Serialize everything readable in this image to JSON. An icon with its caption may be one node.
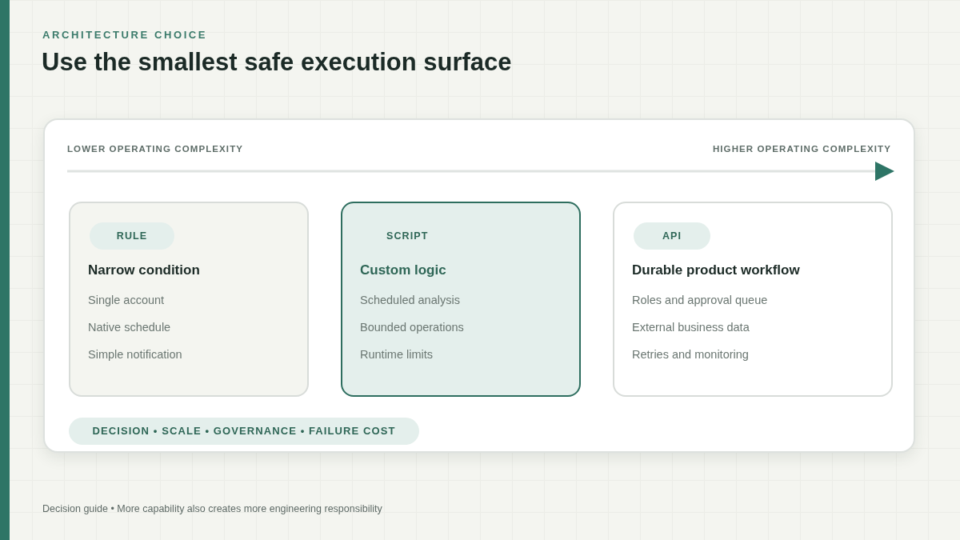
{
  "diagram": {
    "title": "Use the smallest safe execution surface",
    "nodes": [
      {
        "text": [
          "LOWER OPERATING COMPLEXITY",
          "HIGHER OPERATING COMPLEXITY"
        ]
      },
      {
        "text": [
          "Narrow condition",
          "Single account",
          "Native schedule",
          "Simple notification"
        ],
        "in": 0
      },
      {
        "text": [
          "RULE"
        ],
        "in": 1
      },
      {
        "text": [
          "SCRIPT",
          "Custom logic",
          "Scheduled analysis",
          "Bounded operations",
          "Runtime limits"
        ],
        "in": 0
      },
      {
        "text": [
          "Durable product workflow",
          "Roles and approval queue",
          "External business data",
          "Retries and monitoring"
        ],
        "in": 0
      },
      {
        "text": [
          "API"
        ],
        "in": 4
      },
      {
        "text": [
          "DECISION • SCALE • GOVERNANCE • FAILURE COST"
        ],
        "in": 0
      }
    ],
    "labels": [
      "ARCHITECTURE CHOICE",
      "Decision guide • More capability also creates more engineering responsibility"
    ]
  }
}
